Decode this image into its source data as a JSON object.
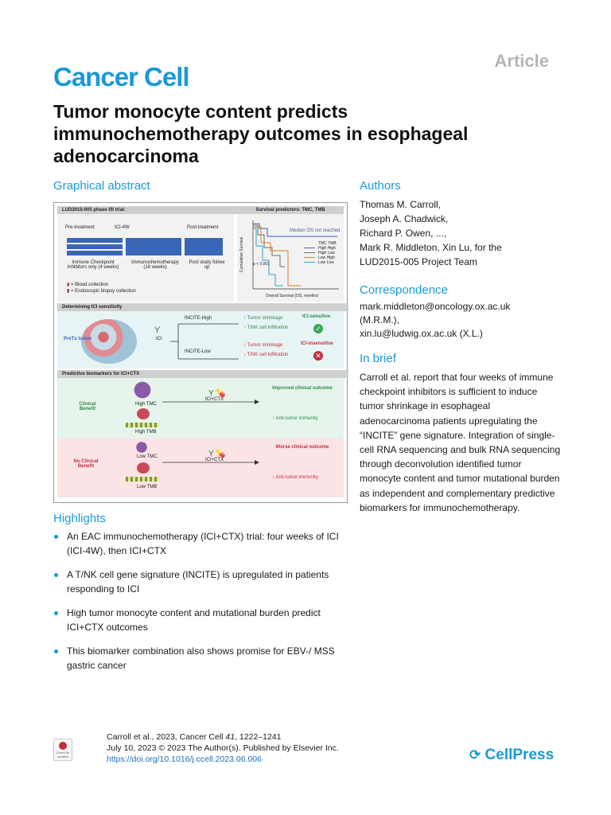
{
  "header": {
    "journal": "Cancer Cell",
    "article_type": "Article"
  },
  "title": "Tumor monocyte content predicts immunochemotherapy outcomes in esophageal adenocarcinoma",
  "graphical_abstract": {
    "heading": "Graphical abstract",
    "trial_panel": {
      "title": "LUD2015-005 phase I/II trial:",
      "pre": "Pre-treatment",
      "ici4w": "ICI-4W",
      "post": "Post-treatment",
      "ici_label": "Immune Checkpoint Inhibitors only (4 weeks)",
      "immuno_label": "Immunochemotherapy (18 weeks)",
      "poststudy": "Post study follow up",
      "legend_blood": "= Blood collection",
      "legend_biopsy": "= Endoscopic biopsy collection"
    },
    "survival_panel": {
      "title": "Survival predictors: TMC, TMB",
      "median": "Median OS not reached",
      "ylabel": "Cumulative Survival",
      "xlabel": "Overall Survival (OS, months)",
      "pval": "p < 0.001",
      "tmc_col": "TMC",
      "tmb_col": "TMB",
      "legend": [
        {
          "tmc": "High",
          "tmb": "High",
          "color": "#4a5fb0"
        },
        {
          "tmc": "High",
          "tmb": "Low",
          "color": "#6a6a6a"
        },
        {
          "tmc": "Low",
          "tmb": "High",
          "color": "#e07b28"
        },
        {
          "tmc": "Low",
          "tmb": "Low",
          "color": "#2ca6c9"
        }
      ]
    },
    "sensitivity_panel": {
      "title": "Determining ICI sensitivity",
      "pretx": "PreTx tumor",
      "ici": "ICI",
      "incite_high": "INCITE-High",
      "incite_low": "INCITE-Low",
      "shrink_up": "Tumor shrinkage",
      "tnk_up": "T/NK cell infiltration",
      "shrink_down": "Tumor shrinkage",
      "tnk_down": "T/NK cell infiltration",
      "sensitive": "ICI-sensitive",
      "insensitive": "ICI-insensitive"
    },
    "biomarker_panel": {
      "title": "Predictive biomarkers for ICI+CTX",
      "clinical_benefit": "Clinical Benefit",
      "no_clinical_benefit": "No Clinical Benefit",
      "high_tmc": "High TMC",
      "high_tmb": "High TMB",
      "low_tmc": "Low TMC",
      "low_tmb": "Low TMB",
      "ici_ctx_1": "ICI+CTX",
      "ici_ctx_2": "ICI+CTX",
      "improved": "Improved clinical outcome",
      "worse": "Worse clinical outcome",
      "anti_up": "Anti-tumor immunity",
      "anti_down": "Anti-tumor immunity"
    }
  },
  "authors": {
    "heading": "Authors",
    "lines": [
      "Thomas M. Carroll,",
      "Joseph A. Chadwick,",
      "Richard P. Owen, ...,",
      "Mark R. Middleton, Xin Lu,   for the",
      "LUD2015-005 Project Team"
    ]
  },
  "correspondence": {
    "heading": "Correspondence",
    "lines": [
      "mark.middleton@oncology.ox.ac.uk",
      "(M.R.M.),",
      "xin.lu@ludwig.ox.ac.uk (X.L.)"
    ]
  },
  "in_brief": {
    "heading": "In brief",
    "text": "Carroll et al. report that four weeks of immune checkpoint inhibitors is sufficient to induce tumor shrinkage in esophageal adenocarcinoma patients upregulating the “INCITE” gene signature. Integration of single-cell RNA sequencing and bulk RNA sequencing through deconvolution identified tumor monocyte content and tumor mutational burden as independent and complementary predictive biomarkers for immunochemotherapy."
  },
  "highlights": {
    "heading": "Highlights",
    "items": [
      "An EAC immunochemotherapy (ICI+CTX) trial: four weeks of ICI (ICI-4W), then ICI+CTX",
      "A T/NK cell gene signature (INCITE) is upregulated in patients responding to ICI",
      "High tumor monocyte content and mutational burden predict ICI+CTX outcomes",
      "This biomarker combination also shows promise for EBV-/ MSS gastric cancer"
    ]
  },
  "footer": {
    "citation_prefix": "Carroll et al., 2023, Cancer Cell ",
    "volume": "41",
    "pages": ", 1222–1241",
    "line2": "July 10, 2023 © 2023 The Author(s). Published by Elsevier Inc.",
    "doi": "https://doi.org/10.1016/j.ccell.2023.06.006",
    "publisher": "CellPress"
  },
  "colors": {
    "accent": "#1a9ad6",
    "green_panel": "#e6f4ec",
    "pink_panel": "#fbe3e6",
    "teal_panel": "#e7f4f5"
  }
}
